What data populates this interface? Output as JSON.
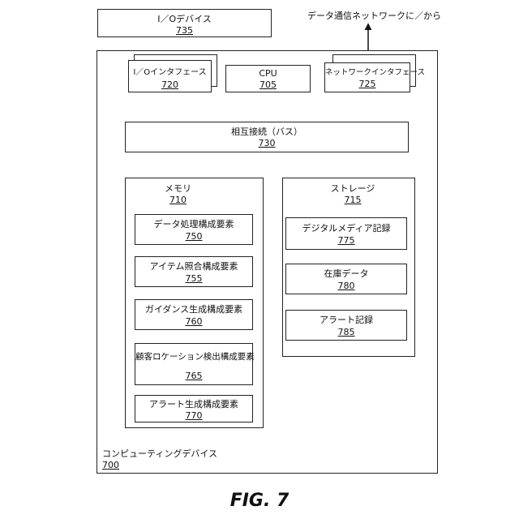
{
  "io_device": {
    "label": "I／Oデバイス",
    "ref": "735"
  },
  "network_text": "データ通信ネットワークに／から",
  "io_interface": {
    "label": "I／Oインタフェース",
    "ref": "720"
  },
  "cpu": {
    "label": "CPU",
    "ref": "705"
  },
  "network_interface": {
    "label": "ネットワークインタフェース",
    "ref": "725"
  },
  "interconnect": {
    "label": "相互接続（バス）",
    "ref": "730"
  },
  "memory": {
    "label": "メモリ",
    "ref": "710",
    "components": [
      {
        "label": "データ処理構成要素",
        "ref": "750"
      },
      {
        "label": "アイテム照合構成要素",
        "ref": "755"
      },
      {
        "label": "ガイダンス生成構成要素",
        "ref": "760"
      },
      {
        "label": "顧客ロケーション検出構成要素",
        "ref": "765"
      },
      {
        "label": "アラート生成構成要素",
        "ref": "770"
      }
    ]
  },
  "storage": {
    "label": "ストレージ",
    "ref": "715",
    "items": [
      {
        "label": "デジタルメディア記録",
        "ref": "775"
      },
      {
        "label": "在庫データ",
        "ref": "780"
      },
      {
        "label": "アラート記録",
        "ref": "785"
      }
    ]
  },
  "computing_device": {
    "label": "コンピューティングデバイス",
    "ref": "700"
  },
  "figure_label": "FIG. 7"
}
